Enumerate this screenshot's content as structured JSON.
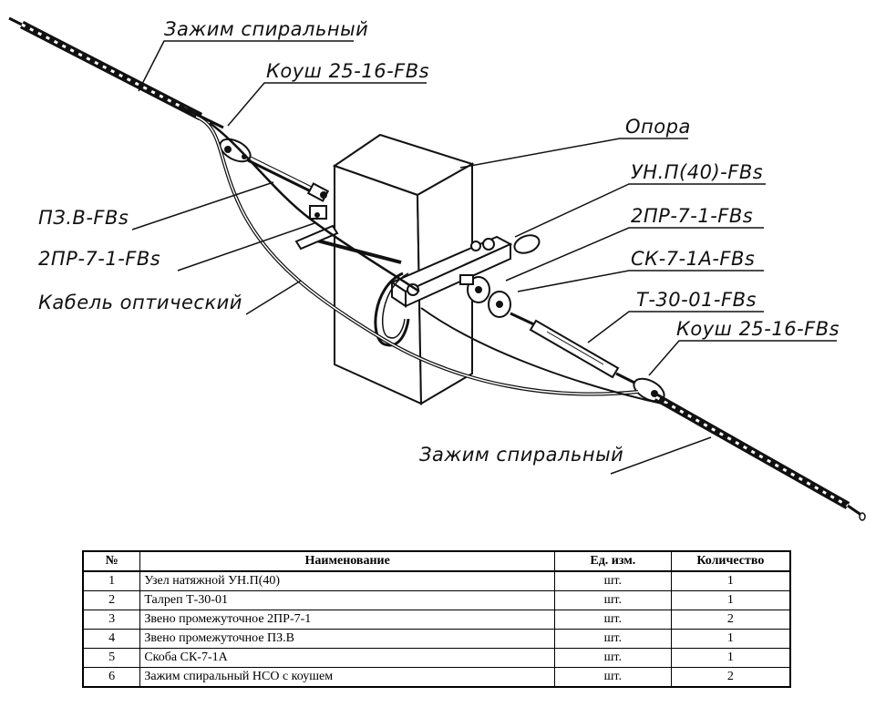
{
  "labels": {
    "clamp_top": "Зажим спиральный",
    "thimble_top": "Коуш 25-16-FBs",
    "pole": "Опора",
    "unp": "УН.П(40)-FBs",
    "pr_right": "2ПР-7-1-FBs",
    "pzv": "ПЗ.В-FBs",
    "pr_left": "2ПР-7-1-FBs",
    "sk": "СК-7-1А-FBs",
    "cable": "Кабель оптический",
    "t30": "Т-30-01-FBs",
    "thimble_bottom": "Коуш 25-16-FBs",
    "clamp_bottom": "Зажим спиральный"
  },
  "table": {
    "headers": [
      "№",
      "Наименование",
      "Ед. изм.",
      "Количество"
    ],
    "rows": [
      [
        "1",
        "Узел натяжной УН.П(40)",
        "шт.",
        "1"
      ],
      [
        "2",
        "Талреп Т-30-01",
        "шт.",
        "1"
      ],
      [
        "3",
        "Звено промежуточное 2ПР-7-1",
        "шт.",
        "2"
      ],
      [
        "4",
        "Звено промежуточное ПЗ.В",
        "шт.",
        "1"
      ],
      [
        "5",
        "Скоба СК-7-1А",
        "шт.",
        "1"
      ],
      [
        "6",
        "Зажим спиральный НСО с коушем",
        "шт.",
        "2"
      ]
    ]
  }
}
